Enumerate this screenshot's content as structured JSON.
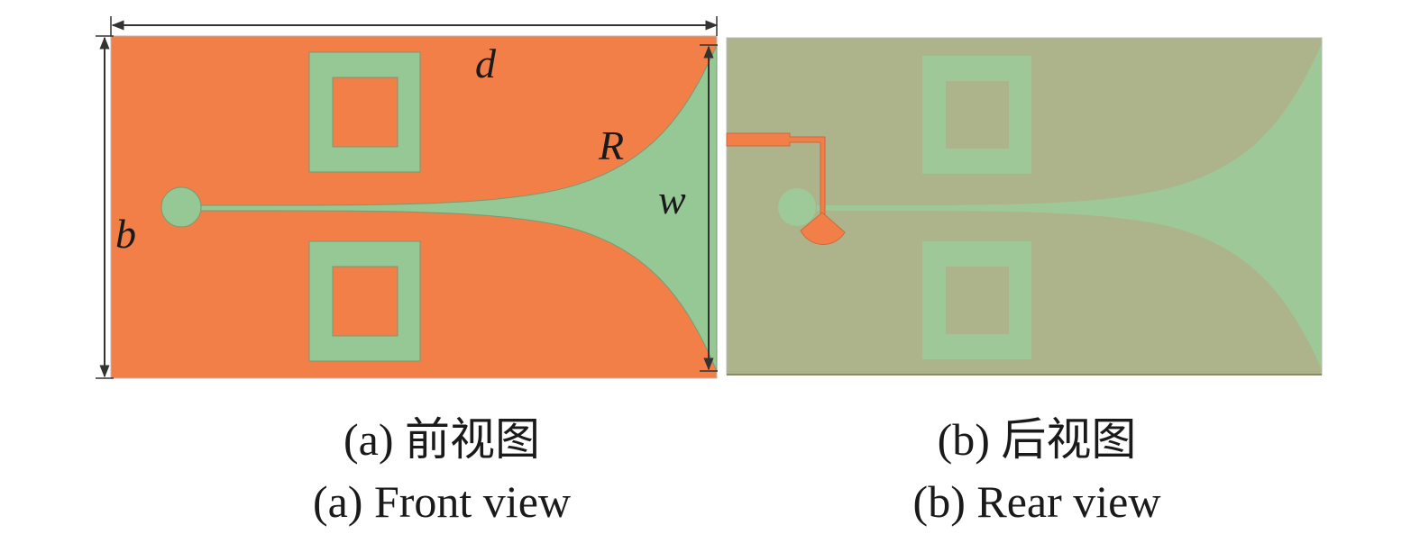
{
  "front_panel": {
    "labels": {
      "d": "d",
      "R": "R",
      "w": "w",
      "b": "b"
    },
    "caption_cn": "(a) 前视图",
    "caption_en": "(a) Front view"
  },
  "rear_panel": {
    "caption_cn": "(b) 后视图",
    "caption_en": "(b) Rear view"
  },
  "colors": {
    "copper": "#f27f48",
    "slot": "#96c896",
    "rear_substrate": "#adb48c",
    "rear_slot": "#9ccb9a",
    "dimension_line": "#333333"
  }
}
